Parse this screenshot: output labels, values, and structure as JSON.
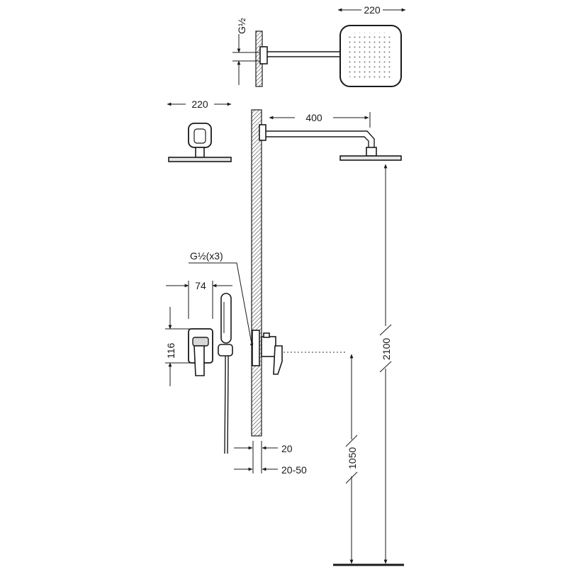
{
  "dimensions": {
    "top_head_width": "220",
    "side_head_width": "220",
    "arm_length": "400",
    "thread_top": "G½",
    "thread_valve": "G½(x3)",
    "valve_width": "74",
    "valve_height": "116",
    "total_height": "2100",
    "valve_height_floor": "1050",
    "wall_offset": "20",
    "recess_depth": "20-50"
  }
}
